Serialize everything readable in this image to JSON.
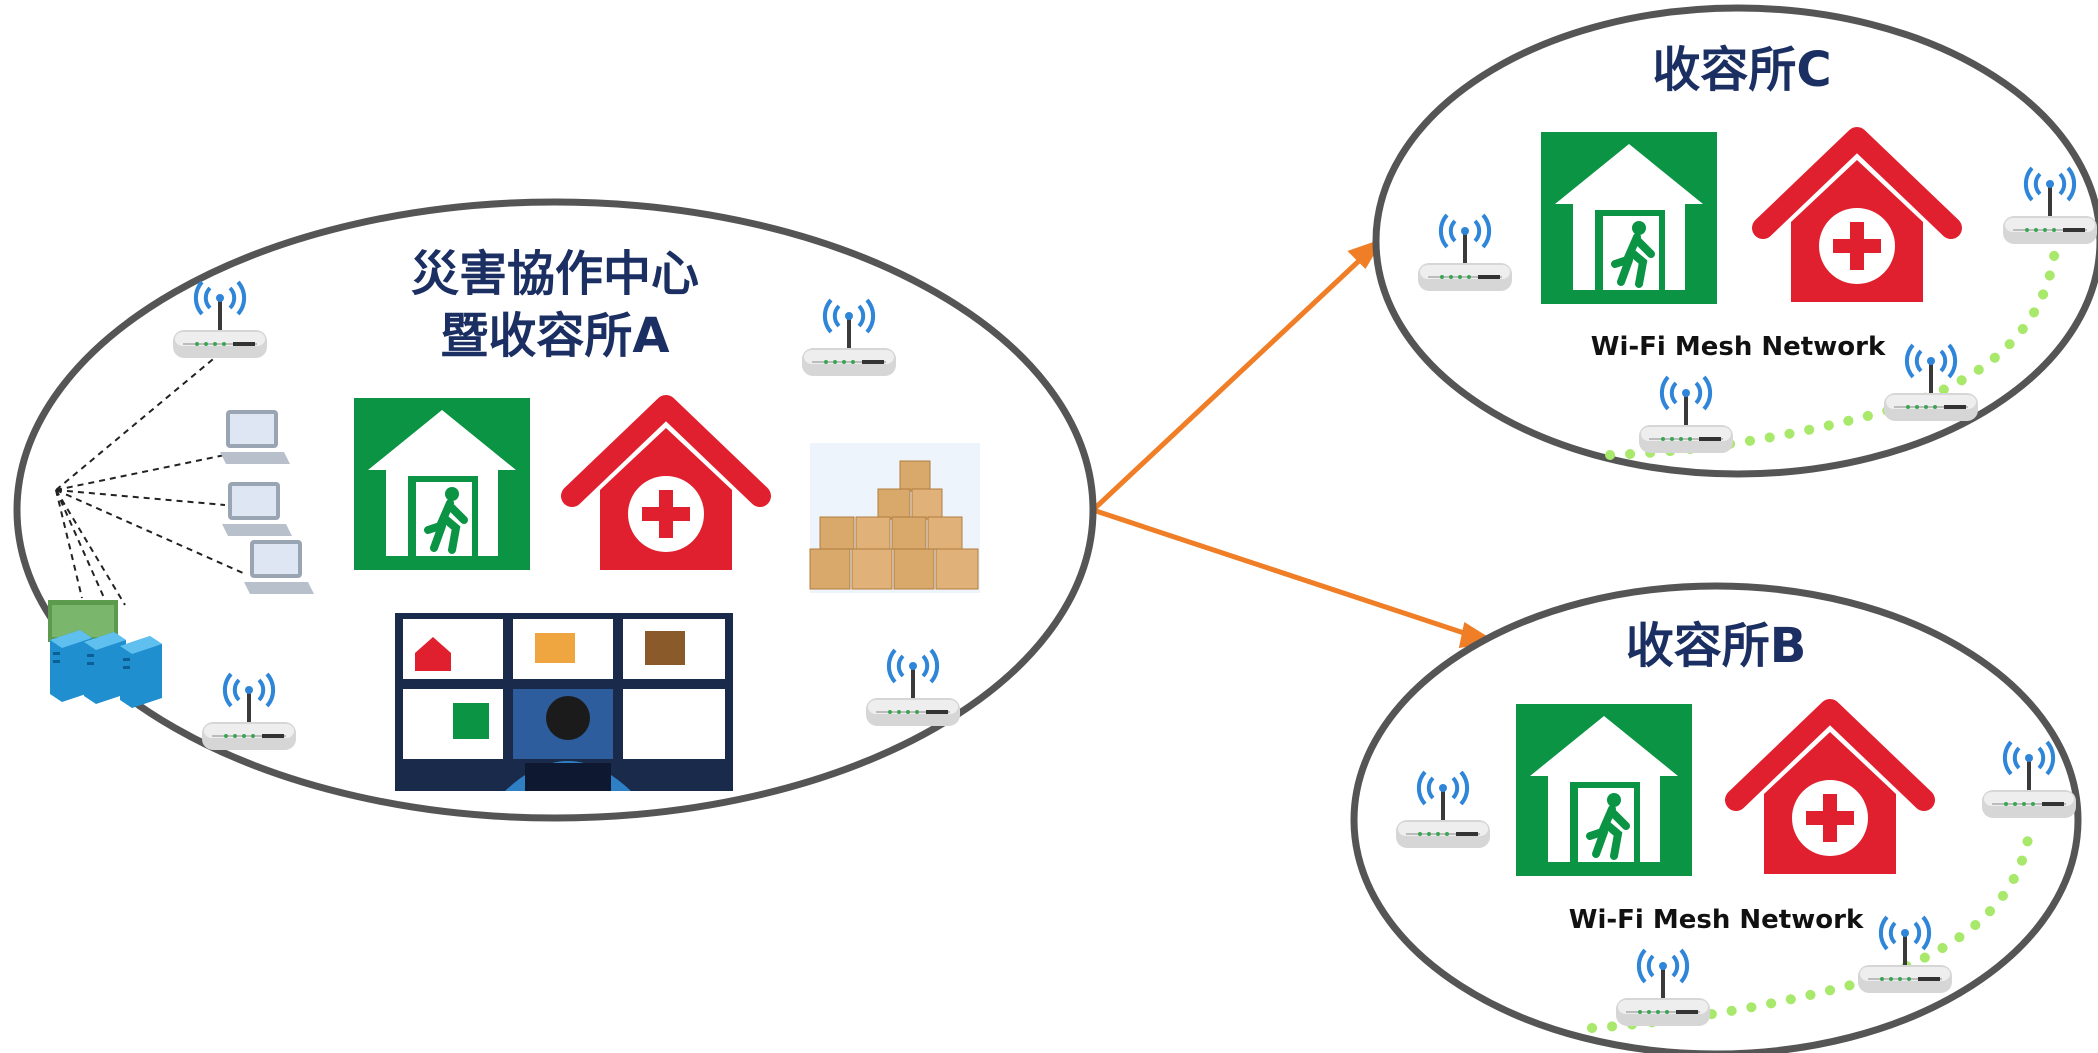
{
  "hub": {
    "title_line1": "災害協作中心",
    "title_line2": "暨收容所A"
  },
  "shelter_c": {
    "title": "收容所C",
    "mesh_label": "Wi-Fi Mesh Network"
  },
  "shelter_b": {
    "title": "收容所B",
    "mesh_label": "Wi-Fi Mesh Network"
  },
  "colors": {
    "ellipse_border": "#555555",
    "title": "#1b2f63",
    "arrow": "#f07e26",
    "exit_green": "#0a9443",
    "medical_red": "#e0202e",
    "mesh_dots": "#a8e86b",
    "wifi_blue": "#2f86d8"
  },
  "icons": {
    "router": "wifi-router-icon",
    "exit": "emergency-exit-sign-icon",
    "medical": "medical-house-icon",
    "supplies": "supply-boxes-icon",
    "servers": "server-rack-icon",
    "laptop": "laptop-icon",
    "control_room": "control-room-icon"
  }
}
